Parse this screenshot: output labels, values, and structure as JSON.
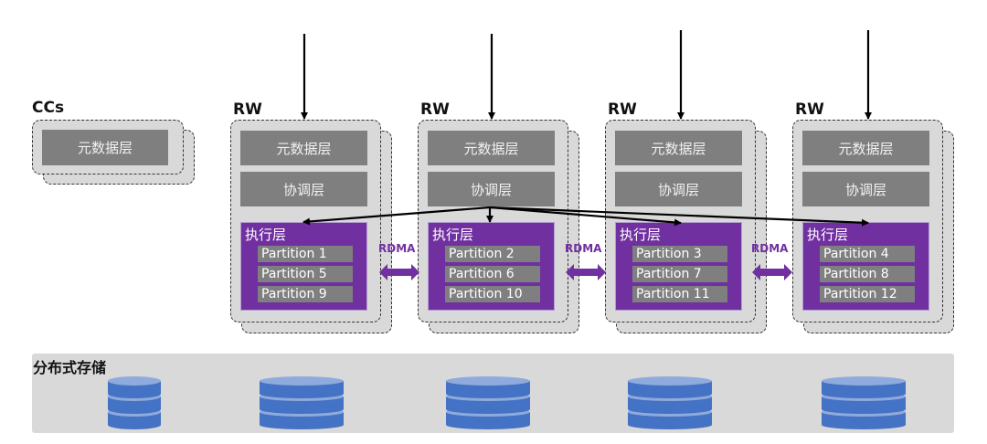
{
  "colors": {
    "exec_purple": "#7030a0",
    "layer_gray": "#7f7f7f",
    "box_gray": "#d9d9d9",
    "db_blue": "#4472c4",
    "db_light": "#8faadc"
  },
  "ccs": {
    "title": "CCs",
    "layer": "元数据层"
  },
  "rw_nodes": [
    {
      "title": "RW",
      "metadata_layer": "元数据层",
      "coordination_layer": "协调层",
      "execution_layer": "执行层",
      "partitions": [
        "Partition 1",
        "Partition 5",
        "Partition 9"
      ]
    },
    {
      "title": "RW",
      "metadata_layer": "元数据层",
      "coordination_layer": "协调层",
      "execution_layer": "执行层",
      "partitions": [
        "Partition 2",
        "Partition 6",
        "Partition 10"
      ]
    },
    {
      "title": "RW",
      "metadata_layer": "元数据层",
      "coordination_layer": "协调层",
      "execution_layer": "执行层",
      "partitions": [
        "Partition 3",
        "Partition 7",
        "Partition 11"
      ]
    },
    {
      "title": "RW",
      "metadata_layer": "元数据层",
      "coordination_layer": "协调层",
      "execution_layer": "执行层",
      "partitions": [
        "Partition 4",
        "Partition 8",
        "Partition 12"
      ]
    }
  ],
  "rdma_links": [
    {
      "label": "RDMA",
      "icon": "double-arrow-icon"
    },
    {
      "label": "RDMA",
      "icon": "double-arrow-icon"
    },
    {
      "label": "RDMA",
      "icon": "double-arrow-icon"
    }
  ],
  "storage": {
    "title": "分布式存储",
    "disk_count": 5,
    "icon": "database-icon"
  }
}
